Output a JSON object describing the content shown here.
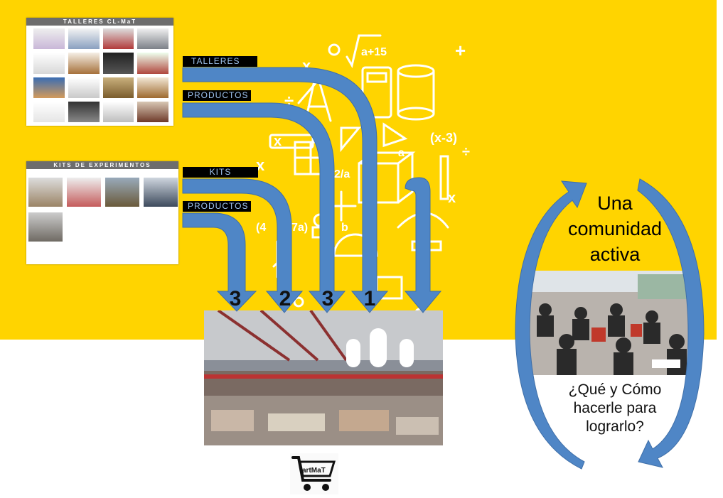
{
  "colors": {
    "yellow": "#ffd400",
    "arrow": "#4f86c6",
    "doodle": "#ffffff"
  },
  "talleres_panel": {
    "header": "TALLERES CL-MaT"
  },
  "kits_panel": {
    "header": "KITS DE EXPERIMENTOS"
  },
  "labels": {
    "talleres": "TALLERES",
    "productos_1": "PRODUCTOS",
    "kits": "KITS",
    "productos_2": "PRODUCTOS"
  },
  "arrow_numbers": [
    "3",
    "2",
    "3",
    "1"
  ],
  "community": {
    "title_line1": "Una",
    "title_line2": "comunidad",
    "title_line3": "activa",
    "question_line1": "¿Qué y Cómo",
    "question_line2": "hacerle para",
    "question_line3": "lograrlo?"
  },
  "doodle_text": {
    "formula1": "a+15",
    "formula2": "(x-3)",
    "formula3": "(4",
    "formula4": "7a)",
    "frac": "2/a",
    "var_x": "x",
    "var_b": "b",
    "var_a": "a"
  },
  "logo": {
    "text": "artMaT",
    "icon": "shopping-cart-icon"
  }
}
